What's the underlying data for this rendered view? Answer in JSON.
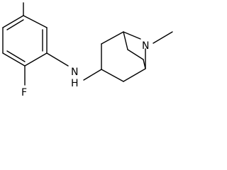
{
  "molecule": {
    "atoms": {
      "fluorine": "F",
      "amine_nitrogen": "N",
      "amine_hydrogen": "H",
      "ring_nitrogen": "N"
    }
  },
  "colors": {
    "bond": "#000000",
    "label": "#000000",
    "background": "#ffffff"
  }
}
